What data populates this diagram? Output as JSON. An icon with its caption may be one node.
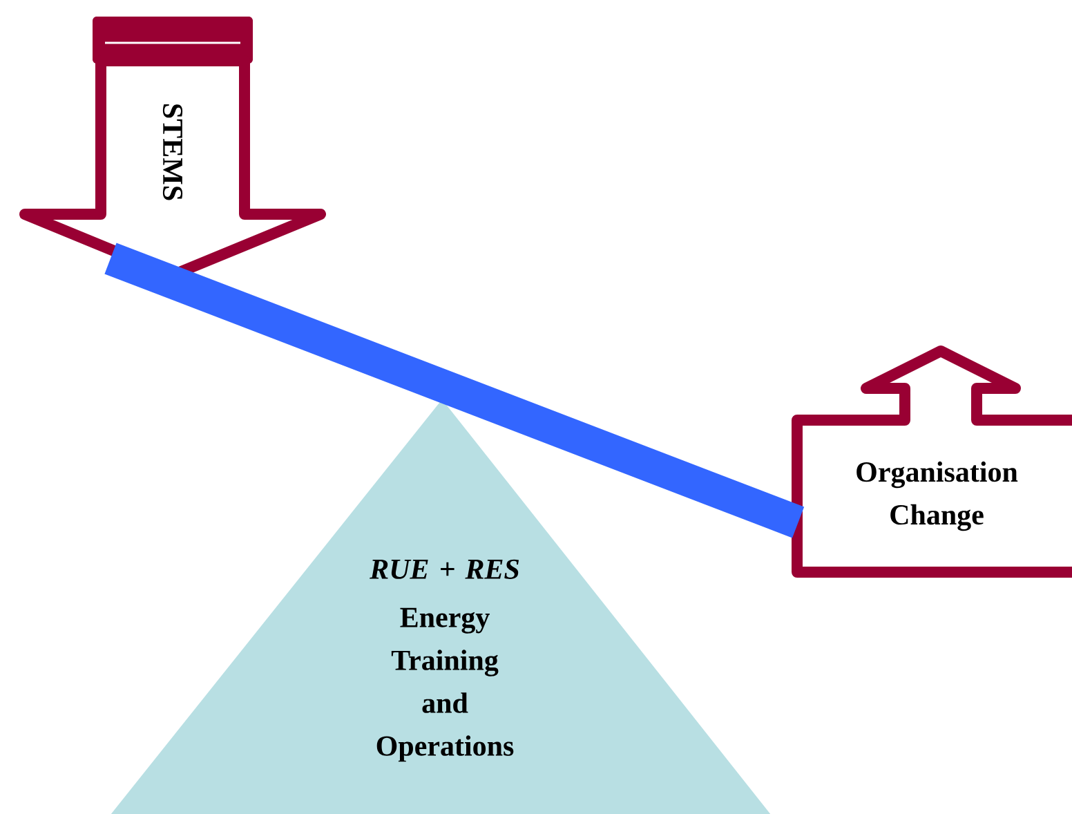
{
  "diagram": {
    "nodes": [
      {
        "text": [
          "STEMS"
        ]
      },
      {
        "text": [
          "Organisation Change"
        ]
      },
      {
        "text": [
          "RUE + RES",
          "Energy Training and Operations"
        ]
      }
    ],
    "edges": [
      {
        "from": 0,
        "to": 1,
        "arrow": "none",
        "color": "#3366ff"
      }
    ]
  }
}
